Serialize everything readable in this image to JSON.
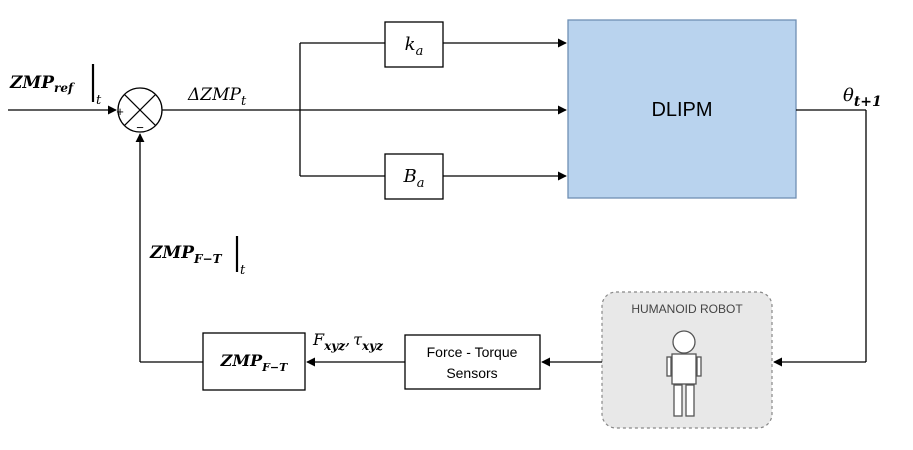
{
  "input_label": {
    "main": "ZMP",
    "sub": "ref",
    "eval": "t"
  },
  "error_label": {
    "main": "ΔZMP",
    "sub": "t"
  },
  "gain_ka": {
    "main": "k",
    "sub": "a"
  },
  "gain_ba": {
    "main": "B",
    "sub": "a"
  },
  "plant": {
    "label": "DLIPM",
    "fill": "#b9d3ee",
    "stroke": "#6f8fb3"
  },
  "output_label": {
    "main": "θ",
    "sub": "t+1"
  },
  "robot": {
    "label": "HUMANOID ROBOT"
  },
  "sensors": {
    "line1": "Force - Torque",
    "line2": "Sensors"
  },
  "sensor_signal": {
    "f_main": "F",
    "f_sub": "xyz",
    "sep": ",",
    "t_main": "τ",
    "t_sub": "xyz"
  },
  "zmp_block": {
    "main": "ZMP",
    "sub": "F−T"
  },
  "feedback_label": {
    "main": "ZMP",
    "sub": "F−T",
    "eval": "t"
  },
  "summing_signs": {
    "plus": "+",
    "minus": "−"
  }
}
